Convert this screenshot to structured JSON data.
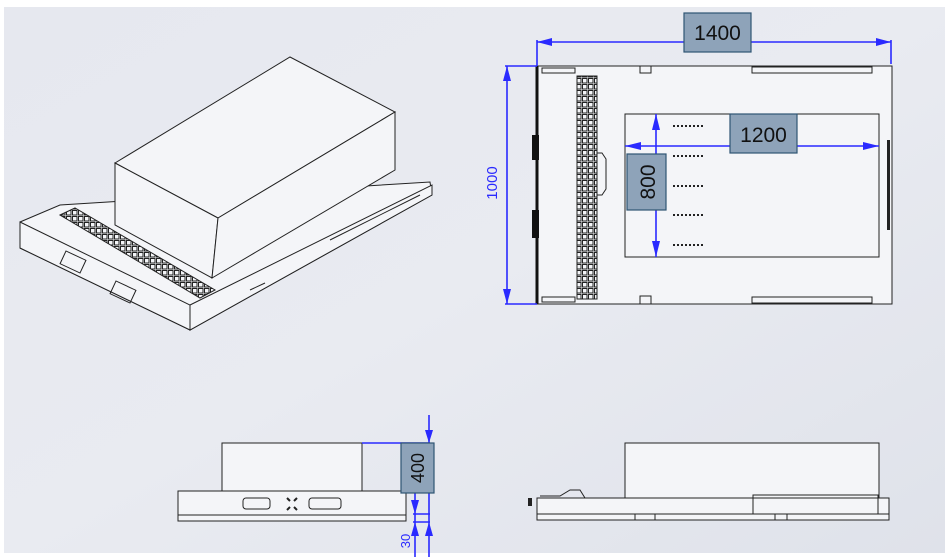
{
  "drawing": {
    "dimensions": {
      "width_overall": "1400",
      "depth_overall": "1000",
      "inner_width": "1200",
      "inner_depth": "800",
      "height": "400",
      "base_height": "30"
    },
    "colors": {
      "dimension_line": "#2a2aff",
      "label_box": "#8ea3b9",
      "background": "#e3e6ed"
    }
  }
}
